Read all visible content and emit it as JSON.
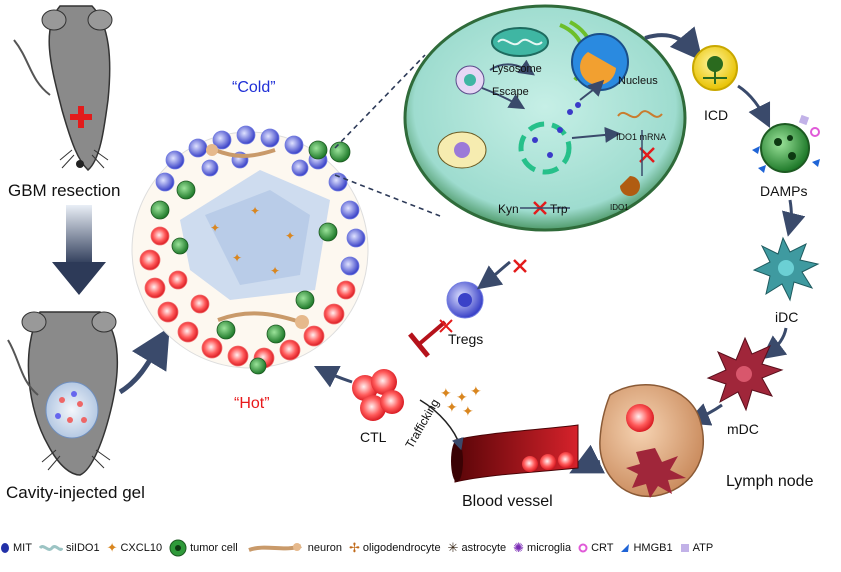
{
  "labels": {
    "gbm_resection": "GBM resection",
    "cavity_gel": "Cavity-injected gel",
    "cold": "“Cold”",
    "hot": "“Hot”",
    "lysosome": "Lysosome",
    "escape": "Escape",
    "nucleus": "Nucleus",
    "ido1_mrna": "IDO1 mRNA",
    "ido1": "IDO1",
    "kyn": "Kyn",
    "trp": "Trp",
    "icd": "ICD",
    "damps": "DAMPs",
    "idc": "iDC",
    "mdc": "mDC",
    "lymph_node": "Lymph node",
    "blood_vessel": "Blood vessel",
    "trafficking": "Trafficking",
    "ctl": "CTL",
    "tregs": "Tregs"
  },
  "legend": [
    {
      "icon": "mit-icon",
      "label": "MIT"
    },
    {
      "icon": "siido1-icon",
      "label": "siIDO1"
    },
    {
      "icon": "cxcl10-icon",
      "label": "CXCL10"
    },
    {
      "icon": "tumor-cell-icon",
      "label": "tumor cell"
    },
    {
      "icon": "neuron-icon",
      "label": "neuron"
    },
    {
      "icon": "oligodendrocyte-icon",
      "label": "oligodendrocyte"
    },
    {
      "icon": "astrocyte-icon",
      "label": "astrocyte"
    },
    {
      "icon": "microglia-icon",
      "label": "microglia"
    },
    {
      "icon": "crt-icon",
      "label": "CRT"
    },
    {
      "icon": "hmgb1-icon",
      "label": "HMGB1"
    },
    {
      "icon": "atp-icon",
      "label": "ATP"
    }
  ],
  "colors": {
    "cold": "#1f2fd6",
    "hot": "#e8191b",
    "arrow": "#3a4a6b",
    "cell_cyto": "#a8e3d9",
    "cell_edge": "#2f6b3a"
  }
}
